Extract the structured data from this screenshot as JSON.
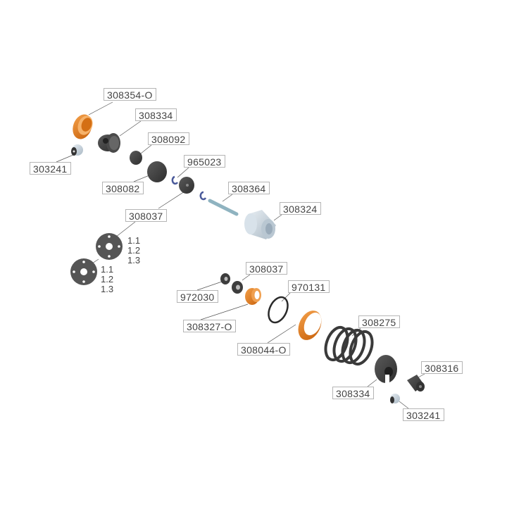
{
  "part_labels": {
    "p308354o": "308354-O",
    "p308334a": "308334",
    "p308092": "308092",
    "p303241a": "303241",
    "p965023": "965023",
    "p308082": "308082",
    "p308364": "308364",
    "p308324": "308324",
    "p308037a": "308037",
    "p308037b": "308037",
    "p970131": "970131",
    "p972030": "972030",
    "p308327o": "308327-O",
    "p308275": "308275",
    "p308044o": "308044-O",
    "p308316": "308316",
    "p308334b": "308334",
    "p303241b": "303241"
  },
  "piston_options": {
    "upper": [
      "1.1",
      "1.2",
      "1.3"
    ],
    "lower": [
      "1.1",
      "1.2",
      "1.3"
    ]
  },
  "colors": {
    "orange": "#e8801e",
    "dark": "#3d3d3d",
    "silver": "#c9d6e0",
    "clip": "#4a5a9a",
    "leader": "#555555"
  }
}
